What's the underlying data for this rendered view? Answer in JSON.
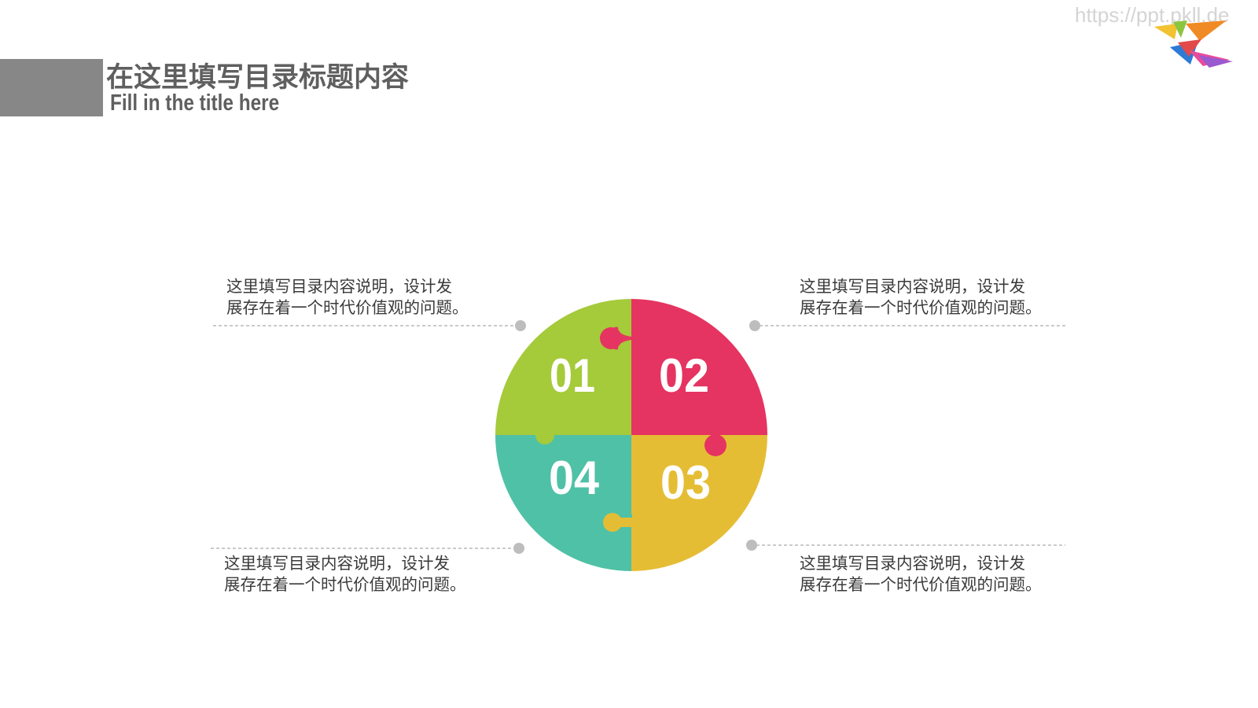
{
  "header": {
    "title_cn": "在这里填写目录标题内容",
    "title_en": "Fill in the title here"
  },
  "watermark": {
    "text": "https://ppt.pkll.de"
  },
  "colors": {
    "piece_01": "#a5ca3a",
    "piece_02": "#e53461",
    "piece_03": "#e5bd35",
    "piece_04": "#4fc1a6",
    "title_block": "#878787",
    "title_text": "#5f5f5f",
    "connector": "#b8b8b8"
  },
  "puzzle": {
    "pieces": [
      {
        "number": "01"
      },
      {
        "number": "02"
      },
      {
        "number": "03"
      },
      {
        "number": "04"
      }
    ]
  },
  "items": [
    {
      "line1": "这里填写目录内容说明，设计发",
      "line2": "展存在着一个时代价值观的问题。"
    },
    {
      "line1": "这里填写目录内容说明，设计发",
      "line2": "展存在着一个时代价值观的问题。"
    },
    {
      "line1": "这里填写目录内容说明，设计发",
      "line2": "展存在着一个时代价值观的问题。"
    },
    {
      "line1": "这里填写目录内容说明，设计发",
      "line2": "展存在着一个时代价值观的问题。"
    }
  ]
}
